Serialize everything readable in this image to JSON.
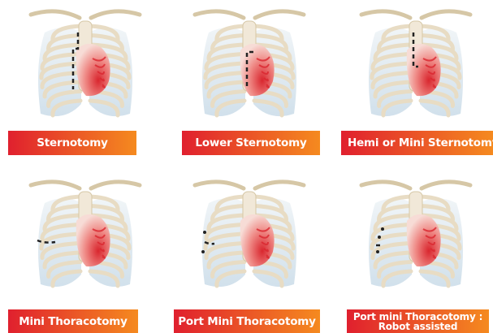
{
  "colors": {
    "label_gradient_start": "#e0202e",
    "label_gradient_end": "#f58a1f",
    "incision_line": "#222222",
    "heart_red": "#d9262e",
    "rib_bone": "#e8dcc4",
    "rib_outline": "#d6c7a6",
    "lung_blue": "#c9dbe8"
  },
  "panels": [
    {
      "label": "Sternotomy",
      "incision": "sternotomy-full"
    },
    {
      "label": "Lower Sternotomy",
      "incision": "sternotomy-lower"
    },
    {
      "label": "Hemi or Mini Sternotomy",
      "incision": "sternotomy-hemi"
    },
    {
      "label": "Mini Thoracotomy",
      "incision": "thoracotomy-line"
    },
    {
      "label": "Port Mini Thoracotomy",
      "incision": "thoracotomy-ports"
    },
    {
      "label": "Port mini Thoracotomy : Robot assisted",
      "incision": "thoracotomy-robot"
    }
  ]
}
